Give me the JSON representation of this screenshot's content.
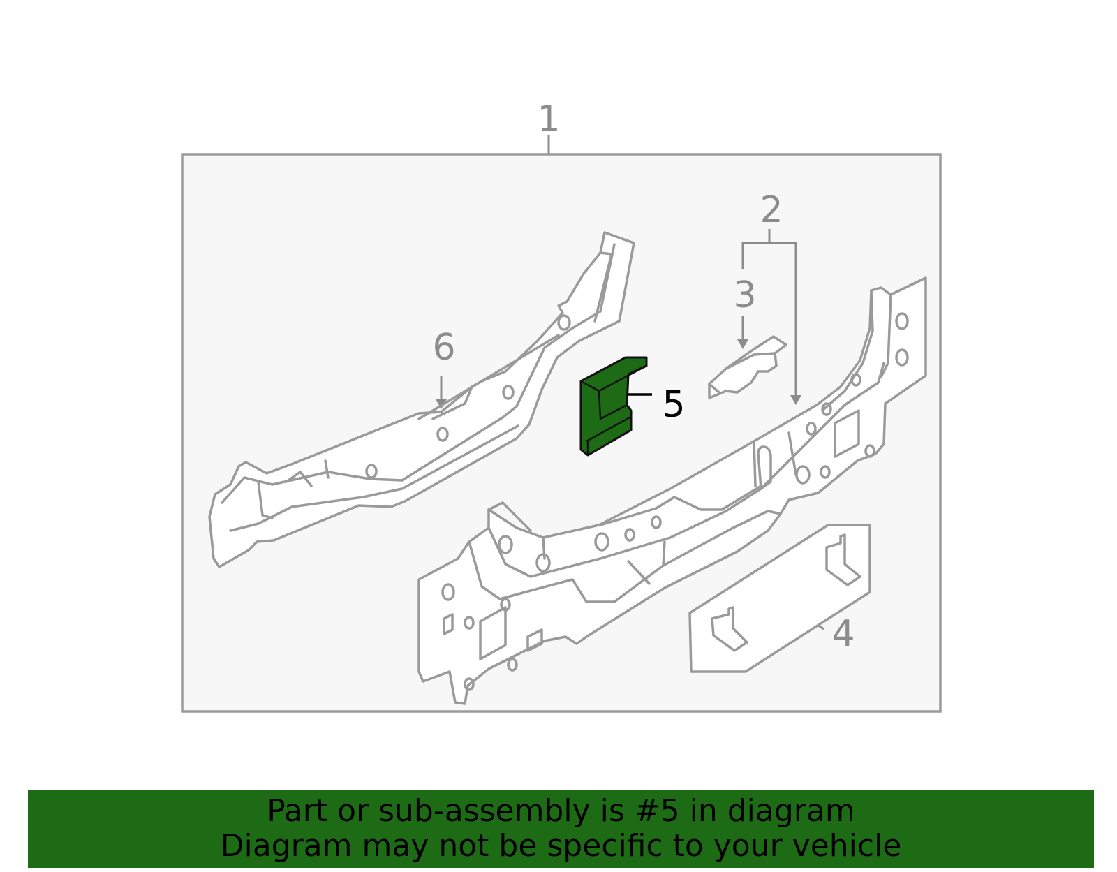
{
  "diagram": {
    "callouts": [
      {
        "id": "1",
        "label": "1"
      },
      {
        "id": "2",
        "label": "2"
      },
      {
        "id": "3",
        "label": "3"
      },
      {
        "id": "4",
        "label": "4"
      },
      {
        "id": "5",
        "label": "5"
      },
      {
        "id": "6",
        "label": "6"
      }
    ],
    "highlighted_part": "5",
    "colors": {
      "highlight": "#1e6b16",
      "outline": "#9a9a9a",
      "frame_background": "#f7f7f7"
    }
  },
  "banner": {
    "line1": "Part or sub-assembly is #5 in diagram",
    "line2": "Diagram may not be specific to your vehicle"
  }
}
